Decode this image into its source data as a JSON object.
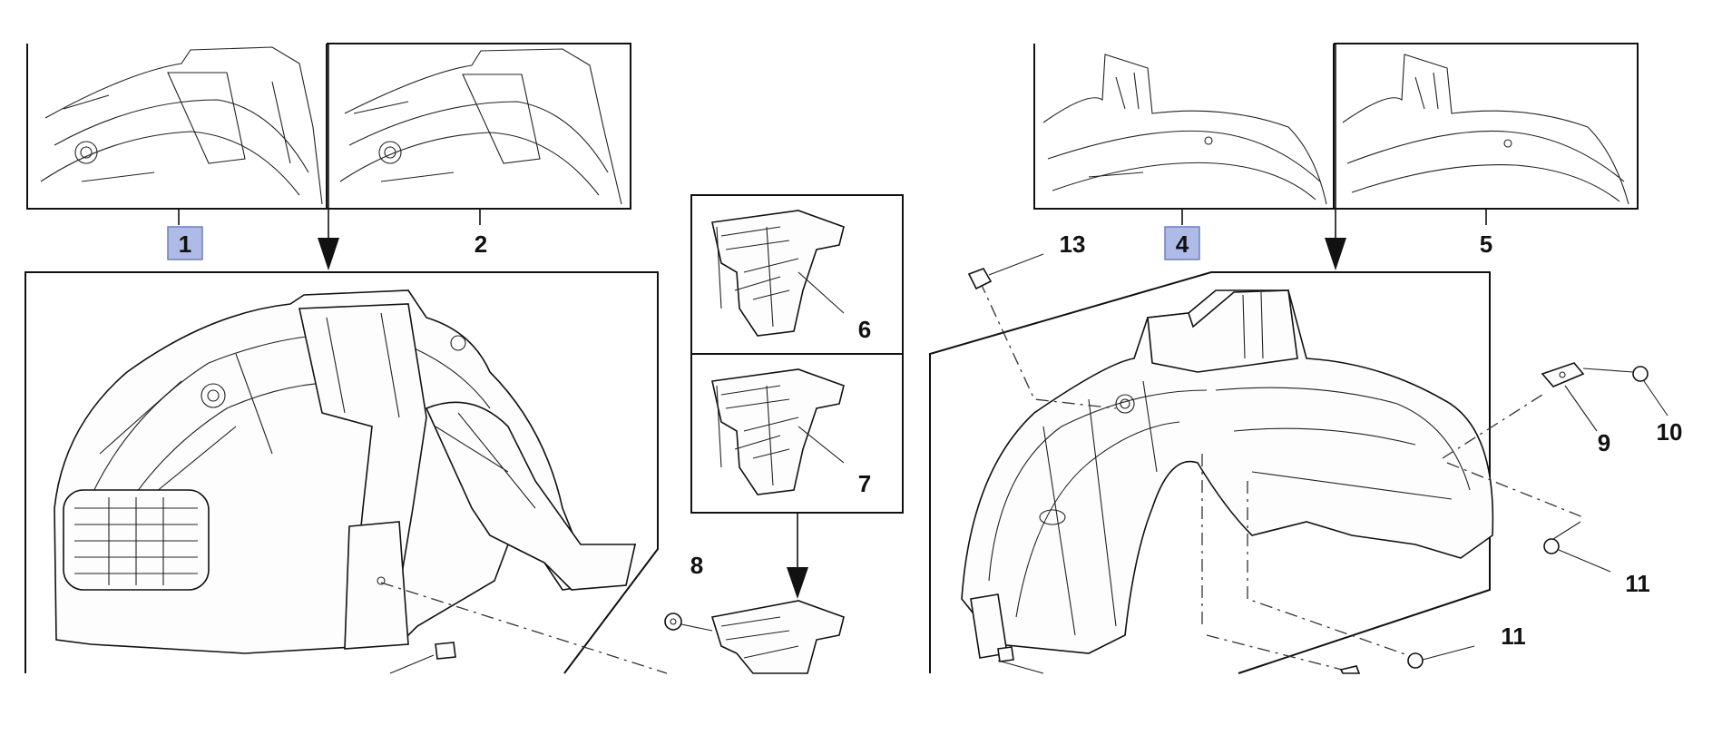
{
  "callouts": {
    "c1": "1",
    "c2": "2",
    "c4": "4",
    "c5": "5",
    "c6": "6",
    "c7": "7",
    "c8": "8",
    "c9": "9",
    "c10": "10",
    "c11a": "11",
    "c11b": "11",
    "c13": "13"
  },
  "highlighted": [
    "1",
    "4"
  ],
  "colors": {
    "highlight_fill": "#aebbe6",
    "line": "#111111",
    "background": "#ffffff"
  }
}
